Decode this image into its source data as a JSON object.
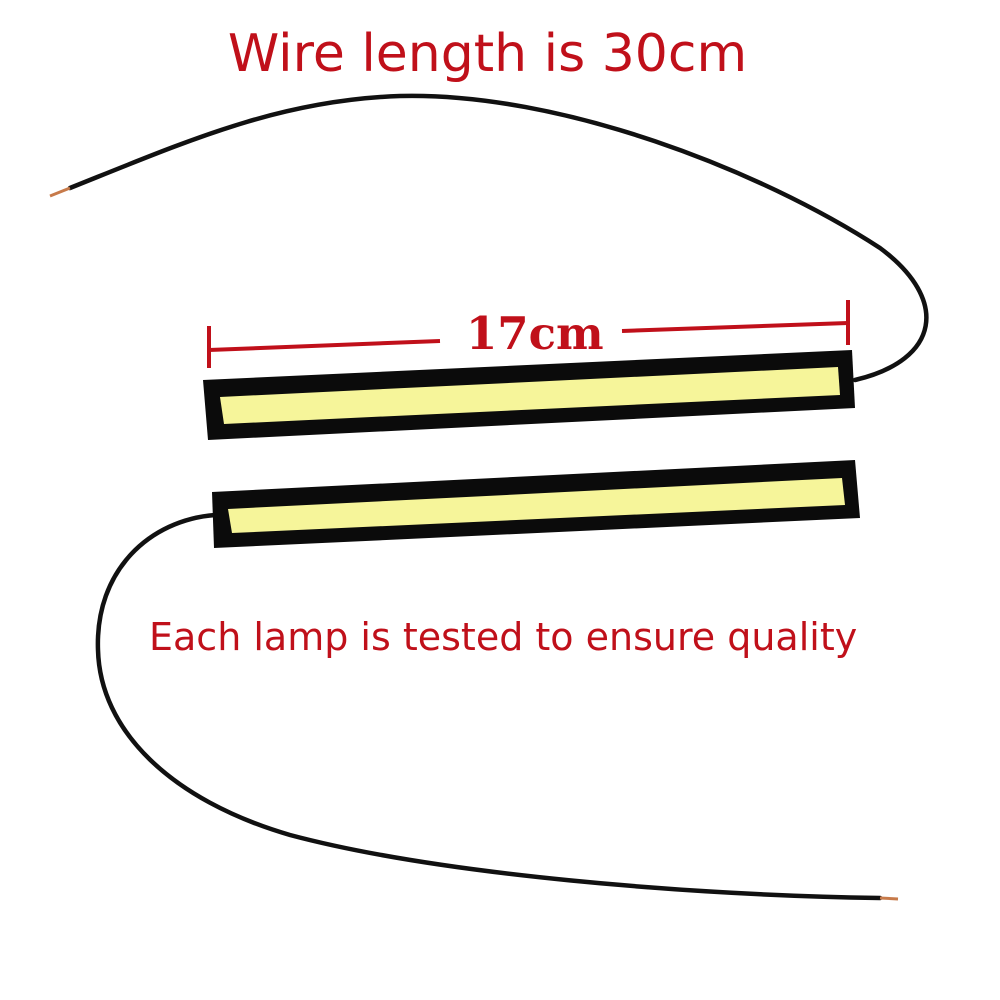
{
  "colors": {
    "caption_red": "#c0101a",
    "lamp_body": "#0b0b0b",
    "lamp_face": "#f6f59a",
    "wire": "#111111",
    "wire_tip": "#c77a4a"
  },
  "captions": {
    "title": "Wire length is 30cm",
    "note": "Each lamp is tested to ensure quality"
  },
  "dimension": {
    "label": "17cm"
  },
  "lamps": [
    {
      "name": "upper-lamp"
    },
    {
      "name": "lower-lamp"
    }
  ]
}
